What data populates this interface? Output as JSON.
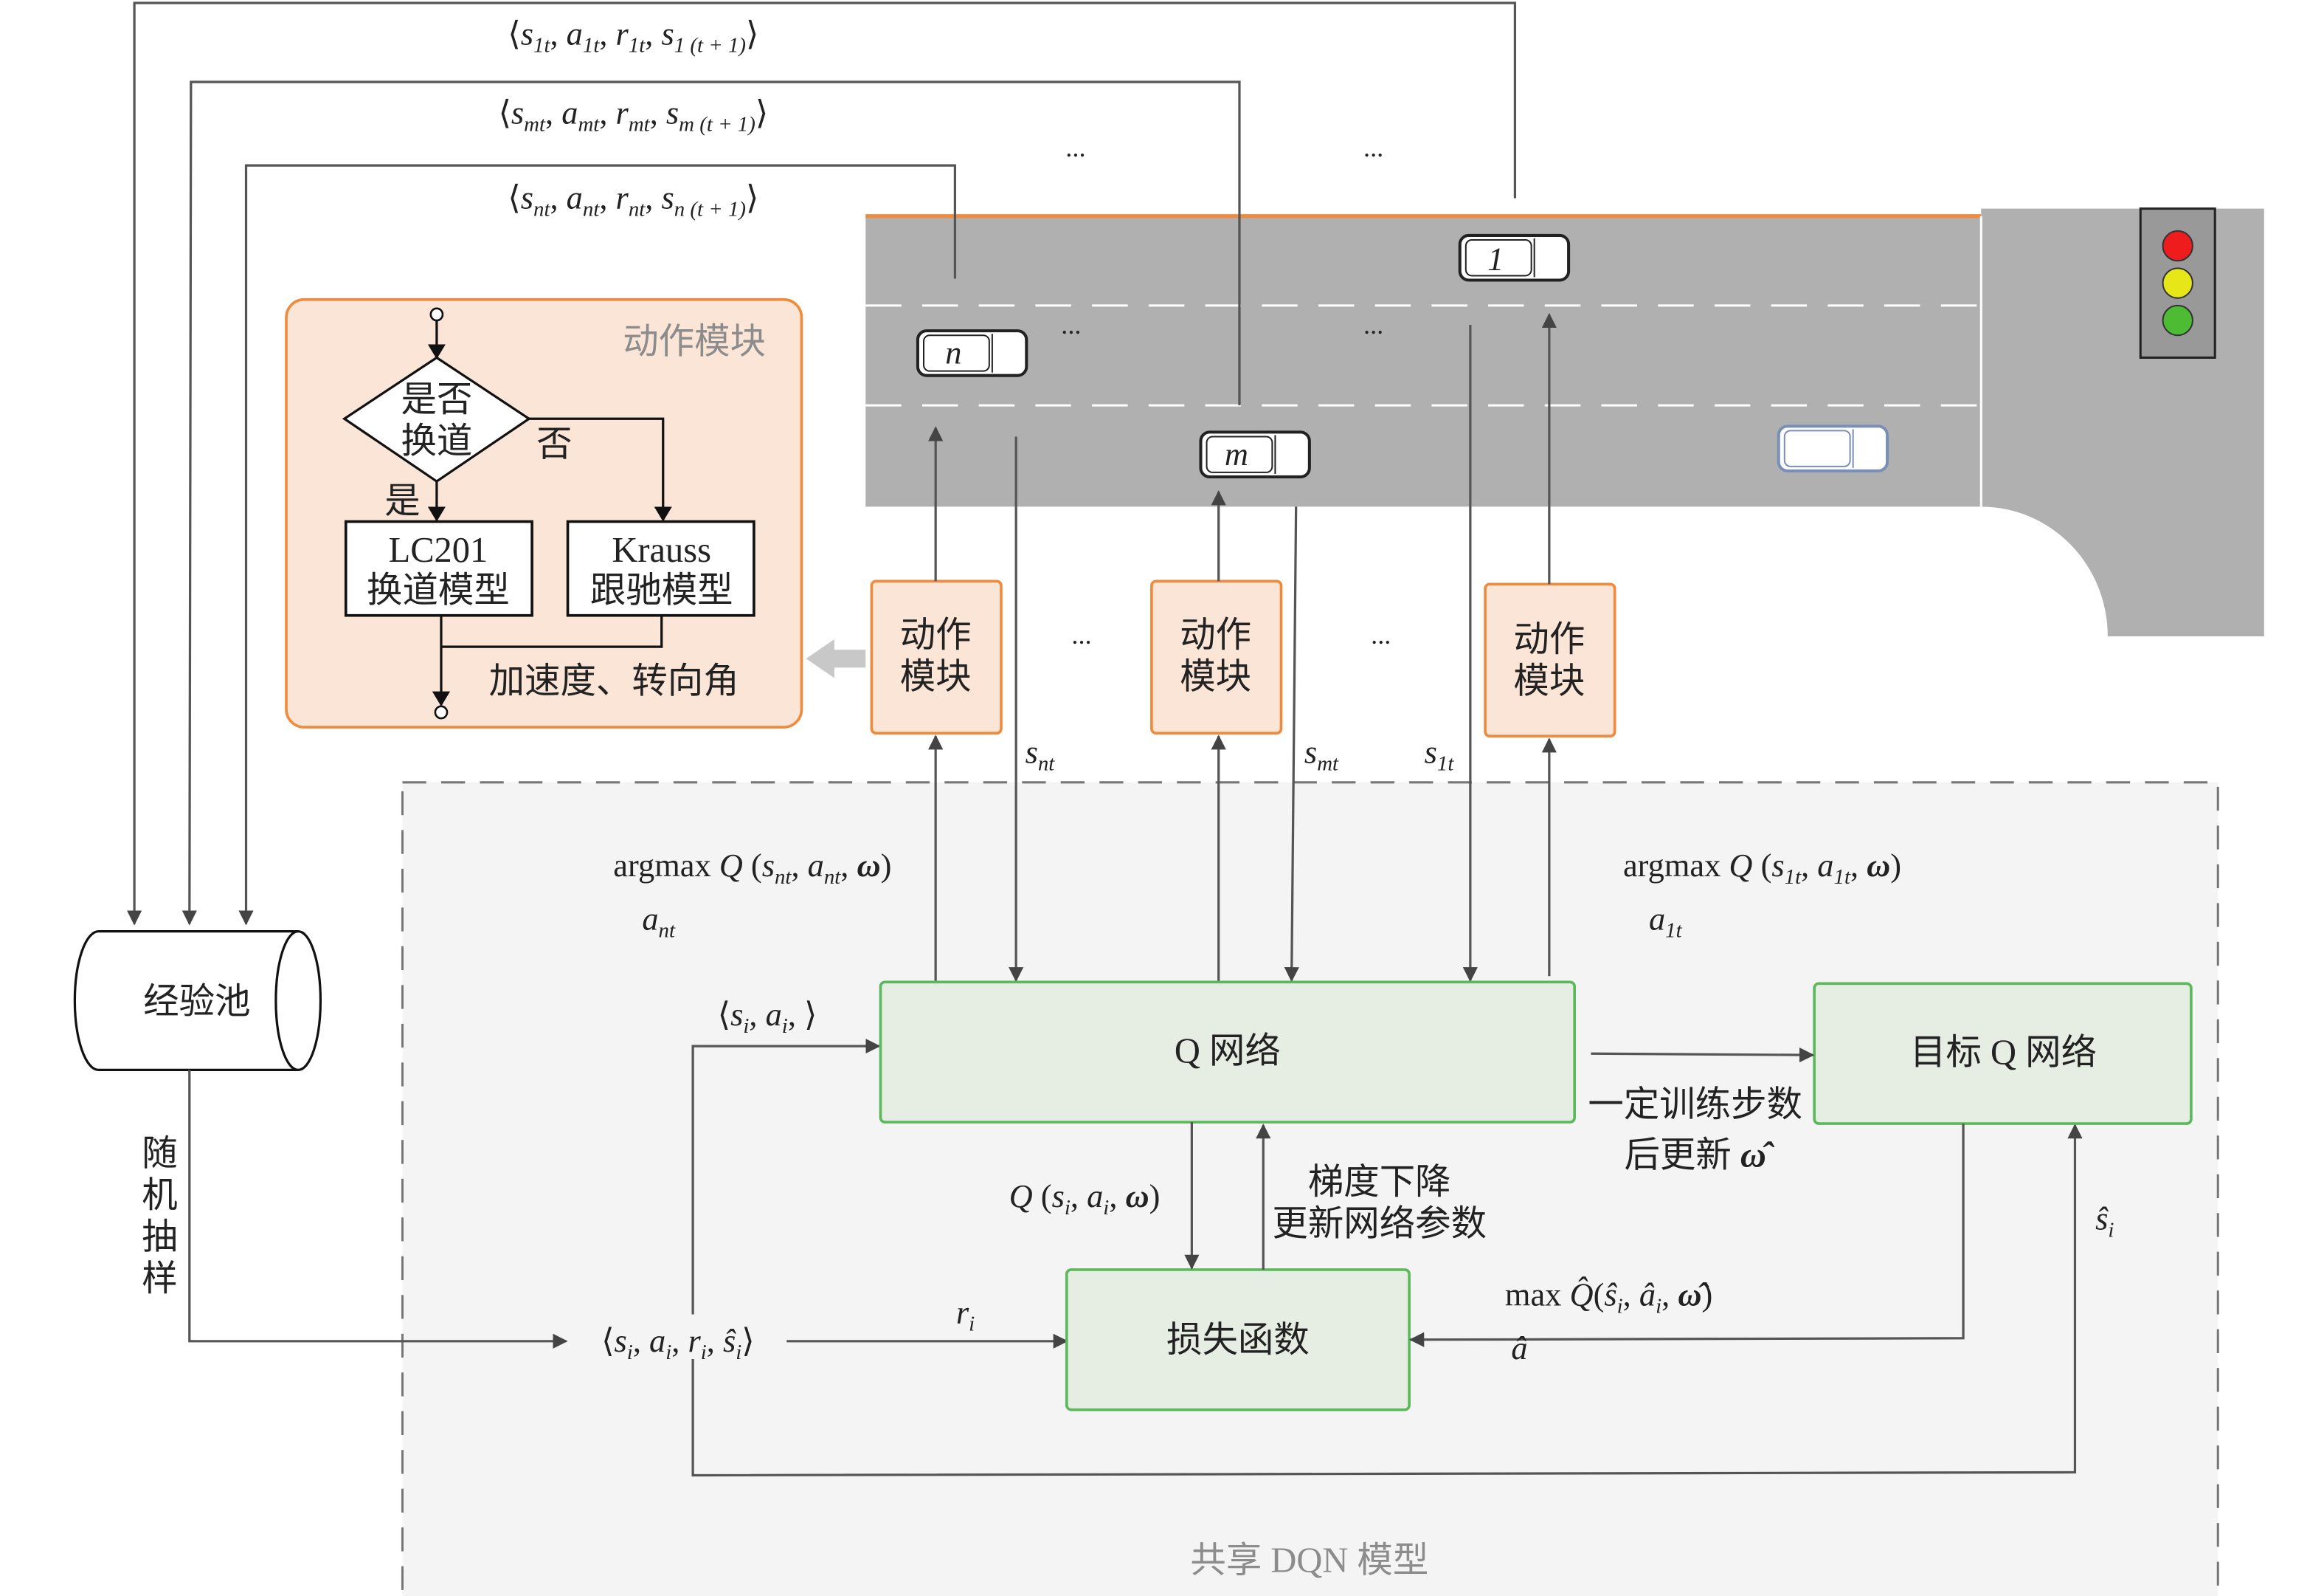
{
  "colors": {
    "road": "#b0b0b0",
    "road_edge": "#f08a3c",
    "action_fill": "#fbe5d6",
    "action_stroke": "#f08a3c",
    "net_fill": "#e6ede3",
    "net_stroke": "#5bb85b",
    "dqn_fill": "#f4f4f4",
    "light_red": "#ee1c1c",
    "light_yellow": "#e6e619",
    "light_green": "#4dbb33"
  },
  "tuples": {
    "t1": [
      [
        "⟨",
        "n"
      ],
      [
        "s",
        "i"
      ],
      [
        "1t",
        "s"
      ],
      [
        ", ",
        "n"
      ],
      [
        "a",
        "i"
      ],
      [
        "1t",
        "s"
      ],
      [
        ", ",
        "n"
      ],
      [
        "r",
        "i"
      ],
      [
        "1t",
        "s"
      ],
      [
        ", ",
        "n"
      ],
      [
        "s",
        "i"
      ],
      [
        "1 (t + 1)",
        "s"
      ],
      [
        "⟩",
        "n"
      ]
    ],
    "tm": [
      [
        "⟨",
        "n"
      ],
      [
        "s",
        "i"
      ],
      [
        "mt",
        "s"
      ],
      [
        ", ",
        "n"
      ],
      [
        "a",
        "i"
      ],
      [
        "mt",
        "s"
      ],
      [
        ", ",
        "n"
      ],
      [
        "r",
        "i"
      ],
      [
        "mt",
        "s"
      ],
      [
        ", ",
        "n"
      ],
      [
        "s",
        "i"
      ],
      [
        "m (t + 1)",
        "s"
      ],
      [
        "⟩",
        "n"
      ]
    ],
    "tn": [
      [
        "⟨",
        "n"
      ],
      [
        "s",
        "i"
      ],
      [
        "nt",
        "s"
      ],
      [
        ", ",
        "n"
      ],
      [
        "a",
        "i"
      ],
      [
        "nt",
        "s"
      ],
      [
        ", ",
        "n"
      ],
      [
        "r",
        "i"
      ],
      [
        "nt",
        "s"
      ],
      [
        ", ",
        "n"
      ],
      [
        "s",
        "i"
      ],
      [
        "n (t + 1)",
        "s"
      ],
      [
        "⟩",
        "n"
      ]
    ]
  },
  "ellipsis": "...",
  "cars": {
    "c1": "1",
    "cn": "n",
    "cm": "m"
  },
  "action_module": {
    "title": "动作模块",
    "decision_line1": "是否",
    "decision_line2": "换道",
    "no": "否",
    "yes": "是",
    "lc_line1": "LC201",
    "lc_line2": "换道模型",
    "krauss_line1": "Krauss",
    "krauss_line2": "跟驰模型",
    "output": "加速度、转向角"
  },
  "action_box": {
    "line1": "动作",
    "line2": "模块"
  },
  "states": {
    "snt": [
      [
        "s",
        "i"
      ],
      [
        "nt",
        "s"
      ]
    ],
    "smt": [
      [
        "s",
        "i"
      ],
      [
        "mt",
        "s"
      ]
    ],
    "s1t": [
      [
        "s",
        "i"
      ],
      [
        "1t",
        "s"
      ]
    ]
  },
  "argmax_n": [
    [
      "argmax ",
      "n"
    ],
    [
      "Q",
      "i"
    ],
    [
      " (",
      "n"
    ],
    [
      "s",
      "i"
    ],
    [
      "nt",
      "s"
    ],
    [
      ", ",
      "n"
    ],
    [
      "a",
      "i"
    ],
    [
      "nt",
      "s"
    ],
    [
      ", ",
      "n"
    ],
    [
      "ω",
      "b"
    ],
    [
      ")",
      "n"
    ]
  ],
  "argmax_n_sub": [
    [
      "a",
      "i"
    ],
    [
      "nt",
      "s"
    ]
  ],
  "argmax_1": [
    [
      "argmax ",
      "n"
    ],
    [
      "Q",
      "i"
    ],
    [
      " (",
      "n"
    ],
    [
      "s",
      "i"
    ],
    [
      "1t",
      "s"
    ],
    [
      ", ",
      "n"
    ],
    [
      "a",
      "i"
    ],
    [
      "1t",
      "s"
    ],
    [
      ", ",
      "n"
    ],
    [
      "ω",
      "b"
    ],
    [
      ")",
      "n"
    ]
  ],
  "argmax_1_sub": [
    [
      "a",
      "i"
    ],
    [
      "1t",
      "s"
    ]
  ],
  "pool": "经验池",
  "sampling": [
    "随",
    "机",
    "抽",
    "样"
  ],
  "sample_tuple": [
    [
      "⟨",
      "n"
    ],
    [
      "s",
      "i"
    ],
    [
      "i",
      "s"
    ],
    [
      ", ",
      "n"
    ],
    [
      "a",
      "i"
    ],
    [
      "i",
      "s"
    ],
    [
      ", ",
      "n"
    ],
    [
      "r",
      "i"
    ],
    [
      "i",
      "s"
    ],
    [
      ", ",
      "n"
    ],
    [
      "ŝ",
      "i"
    ],
    [
      "i",
      "s"
    ],
    [
      "⟩",
      "n"
    ]
  ],
  "sa_tuple": [
    [
      "⟨",
      "n"
    ],
    [
      "s",
      "i"
    ],
    [
      "i",
      "s"
    ],
    [
      ", ",
      "n"
    ],
    [
      "a",
      "i"
    ],
    [
      "i",
      "s"
    ],
    [
      ", ⟩",
      "n"
    ]
  ],
  "reward": [
    [
      "r",
      "i"
    ],
    [
      "i",
      "s"
    ]
  ],
  "q_network": "Q 网络",
  "target_network": "目标 Q 网络",
  "update_line1": "一定训练步数",
  "update_line2": [
    [
      "后更新 ",
      "n"
    ],
    [
      "ω̂",
      "b"
    ]
  ],
  "q_value": [
    [
      "Q",
      "i"
    ],
    [
      " (",
      "n"
    ],
    [
      "s",
      "i"
    ],
    [
      "i",
      "s"
    ],
    [
      ", ",
      "n"
    ],
    [
      "a",
      "i"
    ],
    [
      "i",
      "s"
    ],
    [
      ", ",
      "n"
    ],
    [
      "ω",
      "b"
    ],
    [
      ")",
      "n"
    ]
  ],
  "gradient_line1": "梯度下降",
  "gradient_line2": "更新网络参数",
  "loss": "损失函数",
  "max_q": [
    [
      "max ",
      "n"
    ],
    [
      "Q̂",
      "i"
    ],
    [
      "(",
      "n"
    ],
    [
      "ŝ",
      "i"
    ],
    [
      "i",
      "s"
    ],
    [
      ", ",
      "n"
    ],
    [
      "â",
      "i"
    ],
    [
      "i",
      "s"
    ],
    [
      ", ",
      "n"
    ],
    [
      "ω̂",
      "b"
    ],
    [
      ")",
      "n"
    ]
  ],
  "max_q_sub": [
    [
      "â",
      "i"
    ]
  ],
  "s_hat": [
    [
      "ŝ",
      "i"
    ],
    [
      "i",
      "s"
    ]
  ],
  "dqn_title": "共享 DQN 模型"
}
